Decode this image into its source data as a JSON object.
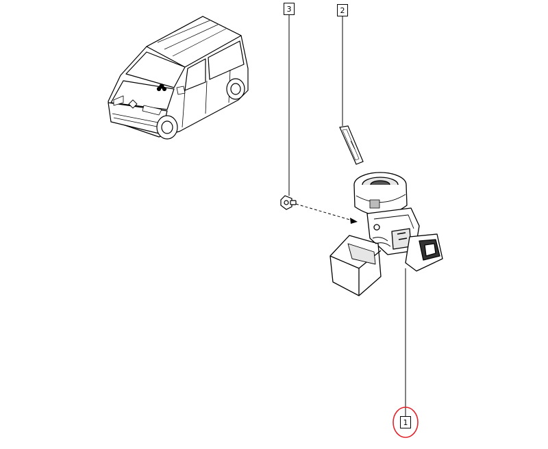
{
  "diagram": {
    "callouts": [
      {
        "id": "3",
        "label": "3"
      },
      {
        "id": "2",
        "label": "2"
      },
      {
        "id": "1",
        "label": "1",
        "highlighted": true
      }
    ],
    "colors": {
      "line": "#000000",
      "highlight": "#e0242c",
      "background": "#ffffff"
    }
  }
}
